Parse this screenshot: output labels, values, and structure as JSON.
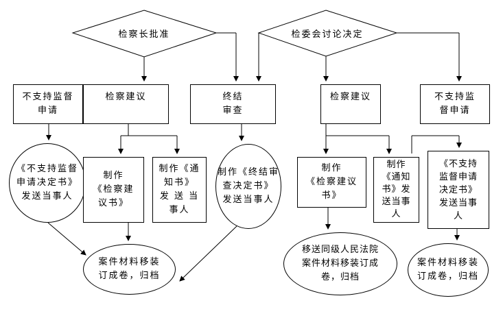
{
  "decisions": {
    "left": "检察长批准",
    "right": "检委会讨论决定"
  },
  "boxes": {
    "not_support_left": "不支持监督\n申请",
    "suggest_left": "检察建议",
    "terminate": "终结\n审查",
    "suggest_right": "检察建议",
    "not_support_right": "不支持监\n督申请"
  },
  "ovals": {
    "decision_doc_left": "《不支持监督\n申请决定书》\n发送当事人",
    "terminate_doc": "制作《终结审\n查决定书》\n发送当事人",
    "archive_center": "案件材料移装\n订成卷，归档",
    "transfer_court": "移送同级人民法院\n案件材料移装订成\n卷，归档",
    "archive_right": "案件材料移装\n订成卷，归档"
  },
  "docs": {
    "make_suggest_left": "制作\n《检察建\n议书》",
    "make_notice_left": "制作《通\n知书》\n发 送 当\n事人",
    "make_suggest_right": "制作\n《检察建议\n书》",
    "make_notice_right": "制作\n《通知\n书》发\n送当事\n人",
    "decision_doc_right": "《不支持\n监督申请\n决定书》\n发送当事\n人"
  }
}
